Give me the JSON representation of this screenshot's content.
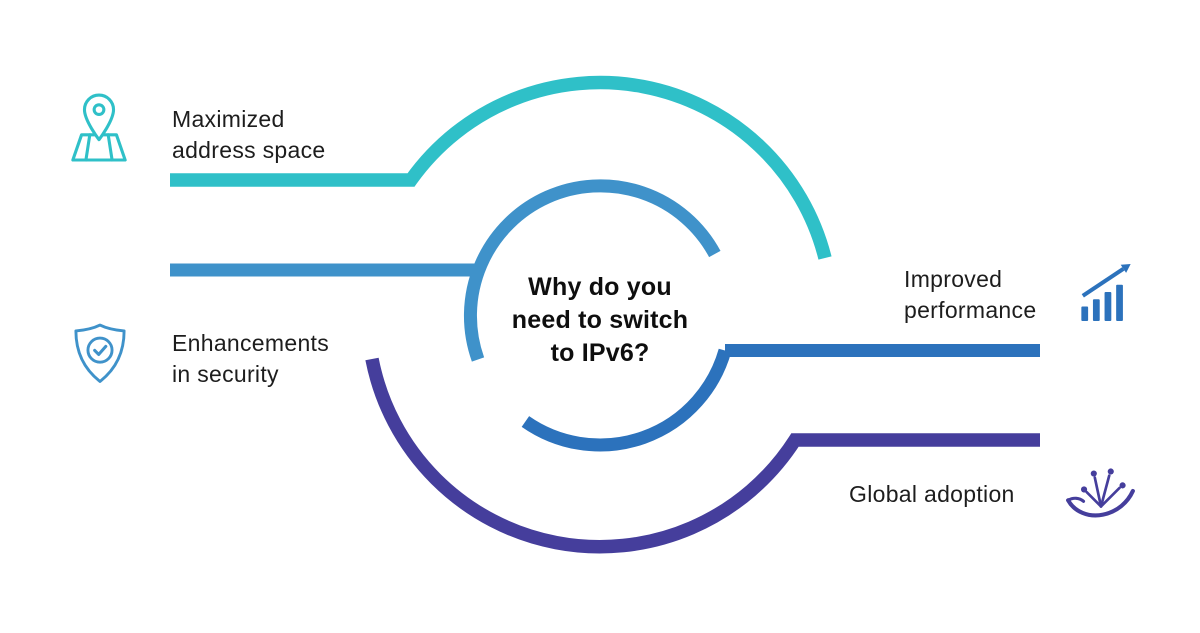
{
  "center_title": {
    "line1": "Why do you",
    "line2": "need to switch",
    "line3": "to IPv6?"
  },
  "items": {
    "address_space": {
      "label_line1": "Maximized",
      "label_line2": "address space",
      "icon": "map-pin-icon",
      "color": "#2fc0c8"
    },
    "security": {
      "label_line1": "Enhancements",
      "label_line2": "in security",
      "icon": "shield-check-icon",
      "color": "#3f92ca"
    },
    "performance": {
      "label_line1": "Improved",
      "label_line2": "performance",
      "icon": "growth-chart-arrow-icon",
      "color": "#2c72bc"
    },
    "global_adoption": {
      "label_line1": "Global adoption",
      "icon": "circuit-hand-icon",
      "color": "#453e9c"
    }
  },
  "colors": {
    "teal": "#2fc0c8",
    "blue_light": "#3f92ca",
    "blue_dark": "#2c72bc",
    "purple": "#453e9c",
    "label_text": "#1d1d1d",
    "title_text": "#0e0e0e",
    "background": "#ffffff"
  }
}
